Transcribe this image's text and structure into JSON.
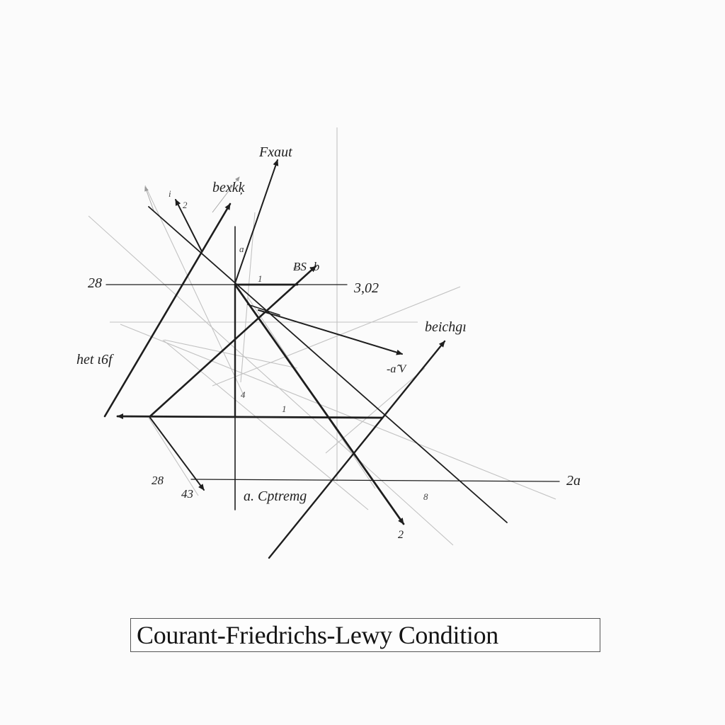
{
  "caption": "Courant-Friedrichs-Lewy Condition",
  "labels": {
    "top": "Fxɑut",
    "upper_left_small": "i",
    "upper_left_tiny": "2",
    "break_label": "bexkķ",
    "upper_mid_small": "ɑ",
    "mid_one": "1",
    "b_label": "ɃS -b",
    "left_top_tick": "28",
    "right_top_tick": "3,02",
    "right_label": "beichgı",
    "right_small": "-ɑ̂ V",
    "left_label": "het ɩ6f",
    "center_a": "4",
    "bottom_one": "1",
    "bottom_left_tick": "28",
    "bottom_left_small": "43",
    "bottom_mid": "ɑ. Cptremg",
    "bottom_right_tick": "2ɑ",
    "bottom_tiny": "8",
    "bottom_arrow": "2"
  },
  "colors": {
    "ink": "#1e1e1e",
    "faint": "#b5b5b5",
    "background": "#fbfbfb"
  }
}
